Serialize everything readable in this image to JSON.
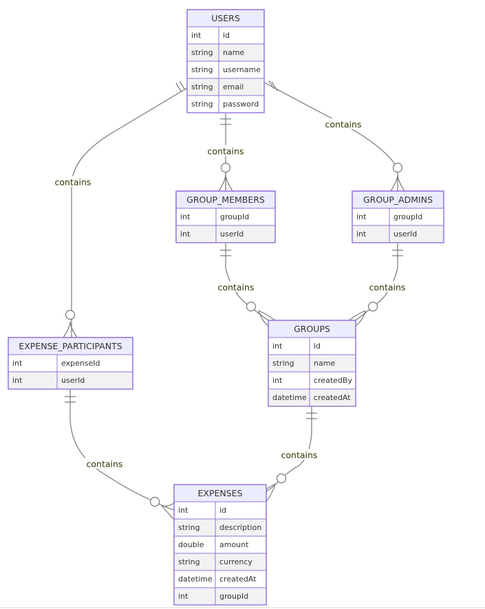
{
  "entities": [
    {
      "key": "users",
      "name": "USERS",
      "attributes": [
        {
          "type": "int",
          "name": "id"
        },
        {
          "type": "string",
          "name": "name"
        },
        {
          "type": "string",
          "name": "username"
        },
        {
          "type": "string",
          "name": "email"
        },
        {
          "type": "string",
          "name": "password"
        }
      ]
    },
    {
      "key": "group_members",
      "name": "GROUP_MEMBERS",
      "attributes": [
        {
          "type": "int",
          "name": "groupId"
        },
        {
          "type": "int",
          "name": "userId"
        }
      ]
    },
    {
      "key": "group_admins",
      "name": "GROUP_ADMINS",
      "attributes": [
        {
          "type": "int",
          "name": "groupId"
        },
        {
          "type": "int",
          "name": "userId"
        }
      ]
    },
    {
      "key": "groups",
      "name": "GROUPS",
      "attributes": [
        {
          "type": "int",
          "name": "id"
        },
        {
          "type": "string",
          "name": "name"
        },
        {
          "type": "int",
          "name": "createdBy"
        },
        {
          "type": "datetime",
          "name": "createdAt"
        }
      ]
    },
    {
      "key": "expense_participants",
      "name": "EXPENSE_PARTICIPANTS",
      "attributes": [
        {
          "type": "int",
          "name": "expenseId"
        },
        {
          "type": "int",
          "name": "userId"
        }
      ]
    },
    {
      "key": "expenses",
      "name": "EXPENSES",
      "attributes": [
        {
          "type": "int",
          "name": "id"
        },
        {
          "type": "string",
          "name": "description"
        },
        {
          "type": "double",
          "name": "amount"
        },
        {
          "type": "string",
          "name": "currency"
        },
        {
          "type": "datetime",
          "name": "createdAt"
        },
        {
          "type": "int",
          "name": "groupId"
        }
      ]
    }
  ],
  "relationships": [
    {
      "from": "users",
      "to": "group_members",
      "label": "contains",
      "from_card": "exactly-one",
      "to_card": "zero-or-more"
    },
    {
      "from": "users",
      "to": "group_admins",
      "label": "contains",
      "from_card": "exactly-one",
      "to_card": "zero-or-more"
    },
    {
      "from": "users",
      "to": "expense_participants",
      "label": "contains",
      "from_card": "exactly-one",
      "to_card": "zero-or-more"
    },
    {
      "from": "group_members",
      "to": "groups",
      "label": "contains",
      "from_card": "exactly-one",
      "to_card": "zero-or-more"
    },
    {
      "from": "group_admins",
      "to": "groups",
      "label": "contains",
      "from_card": "exactly-one",
      "to_card": "zero-or-more"
    },
    {
      "from": "groups",
      "to": "expenses",
      "label": "contains",
      "from_card": "exactly-one",
      "to_card": "zero-or-more"
    },
    {
      "from": "expense_participants",
      "to": "expenses",
      "label": "contains",
      "from_card": "exactly-one",
      "to_card": "zero-or-more"
    }
  ],
  "colors": {
    "entity_fill": "#ECECFF",
    "entity_border": "#9370DB",
    "line": "#777777",
    "label_text": "#333300"
  }
}
